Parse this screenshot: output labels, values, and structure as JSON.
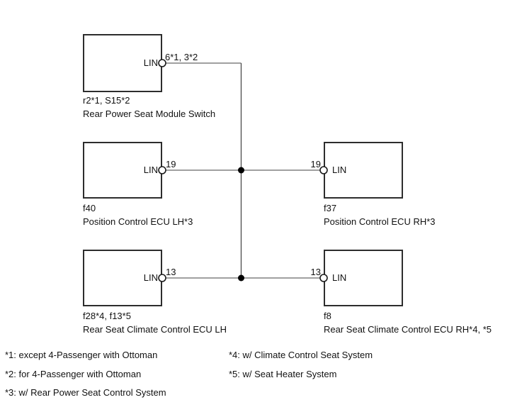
{
  "diagram": {
    "bus_label": "LIN",
    "modules": [
      {
        "code": "r2*1, S15*2",
        "name": "Rear Power Seat Module Switch",
        "pin_label": "LIN",
        "pin_number": "6*1, 3*2"
      },
      {
        "code": "f40",
        "name": "Position Control ECU LH*3",
        "pin_label": "LIN",
        "pin_number": "19"
      },
      {
        "code": "f37",
        "name": "Position Control ECU RH*3",
        "pin_label": "LIN",
        "pin_number": "19"
      },
      {
        "code": "f28*4, f13*5",
        "name": "Rear Seat Climate Control ECU LH",
        "pin_label": "LIN",
        "pin_number": "13"
      },
      {
        "code": "f8",
        "name": "Rear Seat Climate Control ECU RH*4, *5",
        "pin_label": "LIN",
        "pin_number": "13"
      }
    ],
    "footnotes_left": [
      "*1: except 4-Passenger with Ottoman",
      "*2: for 4-Passenger with Ottoman",
      "*3: w/ Rear Power Seat Control System"
    ],
    "footnotes_right": [
      "*4: w/ Climate Control Seat System",
      "*5: w/ Seat Heater System"
    ],
    "colors": {
      "background": "#ffffff",
      "box_border": "#2d2d2d",
      "wire": "#a0a0a0",
      "bus_wire": "#555555",
      "junction": "#000000",
      "terminal_stroke": "#1a1a1a",
      "text": "#111111"
    }
  }
}
